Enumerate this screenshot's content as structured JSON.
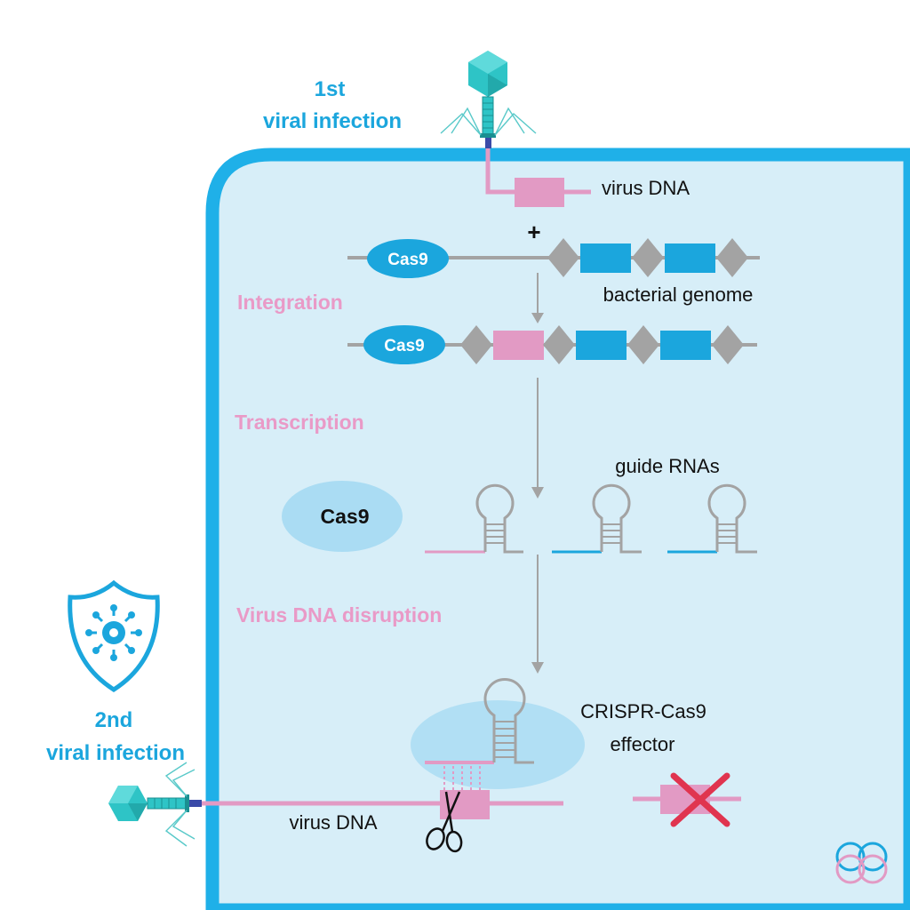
{
  "labels": {
    "first_infection_line1": "1st",
    "first_infection_line2": "viral infection",
    "virus_dna_top": "virus DNA",
    "plus": "+",
    "cas9_genome": "Cas9",
    "bacterial_genome": "bacterial genome",
    "integration": "Integration",
    "cas9_integrated": "Cas9",
    "transcription": "Transcription",
    "guide_rnas": "guide RNAs",
    "cas9_protein": "Cas9",
    "virus_dna_disruption": "Virus DNA disruption",
    "crispr_line1": "CRISPR-Cas9",
    "crispr_line2": "effector",
    "second_infection_line1": "2nd",
    "second_infection_line2": "viral infection",
    "virus_dna_bottom": "virus DNA"
  },
  "icons": {
    "phage_top": "bacteriophage-icon",
    "phage_bottom": "bacteriophage-icon",
    "shield": "shield-virus-icon",
    "scissors": "scissors-icon",
    "cross": "x-mark-icon",
    "logo": "interlocking-rings-logo"
  },
  "colors": {
    "cell_fill": "#d7eef8",
    "cell_border": "#1fb0e8",
    "spacer_blue": "#1ba6dd",
    "virus_pink": "#e29ac4",
    "repeat_gray": "#a3a3a3",
    "cas9_blue": "#1ba6dd",
    "cas9_light": "#aadcf3",
    "phage_teal": "#2ec4c6",
    "cross_red": "#e0344f"
  }
}
